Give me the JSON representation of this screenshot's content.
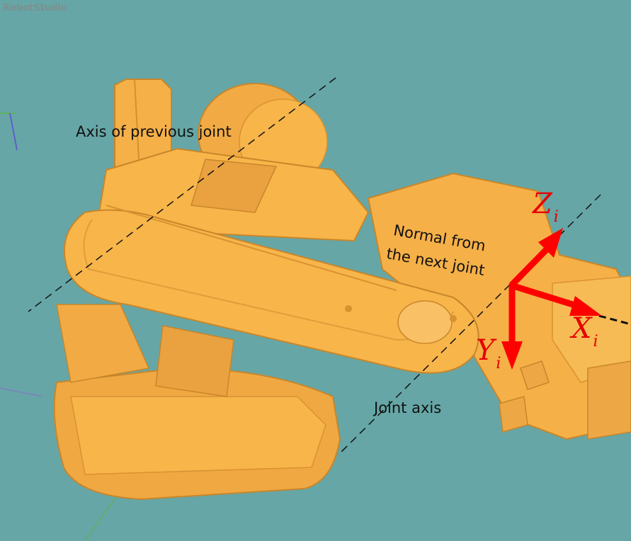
{
  "app": {
    "watermark": "RobotStudio"
  },
  "labels": {
    "previous_joint_axis": "Axis of previous joint",
    "normal_line1": "Normal from",
    "normal_line2": "the next joint",
    "joint_axis": "Joint axis"
  },
  "frame": {
    "z_axis": {
      "letter": "Z",
      "subscript": "i"
    },
    "x_axis": {
      "letter": "X",
      "subscript": "i"
    },
    "y_axis": {
      "letter": "Y",
      "subscript": "i"
    }
  },
  "colors": {
    "background": "#66a6a6",
    "robot_body": "#f7b54a",
    "robot_shadow": "#d98f2a",
    "axis_arrows": "#ff0000",
    "dashed_lines": "#111111"
  }
}
